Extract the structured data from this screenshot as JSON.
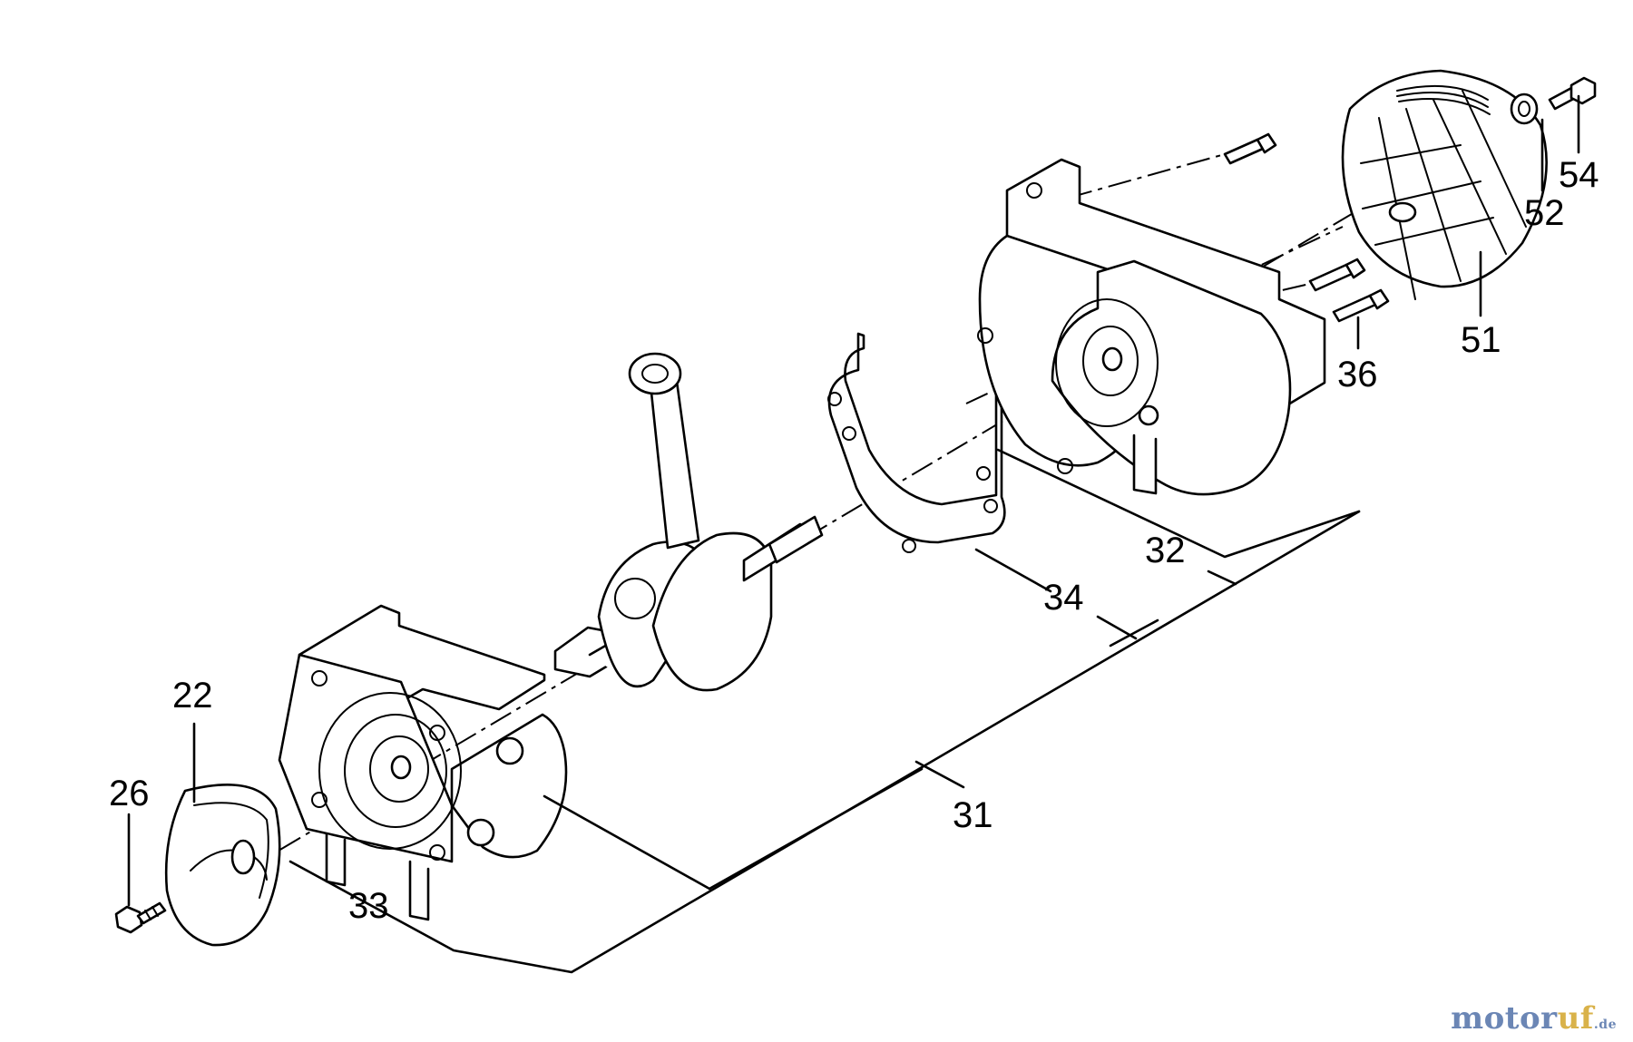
{
  "diagram": {
    "part_numbers": {
      "p22": "22",
      "p26": "26",
      "p31": "31",
      "p32": "32",
      "p33": "33",
      "p34": "34",
      "p36": "36",
      "p51": "51",
      "p52": "52",
      "p54": "54"
    }
  },
  "watermark": {
    "brand_a": "motor",
    "brand_b": "uf",
    "tld": ".de"
  }
}
